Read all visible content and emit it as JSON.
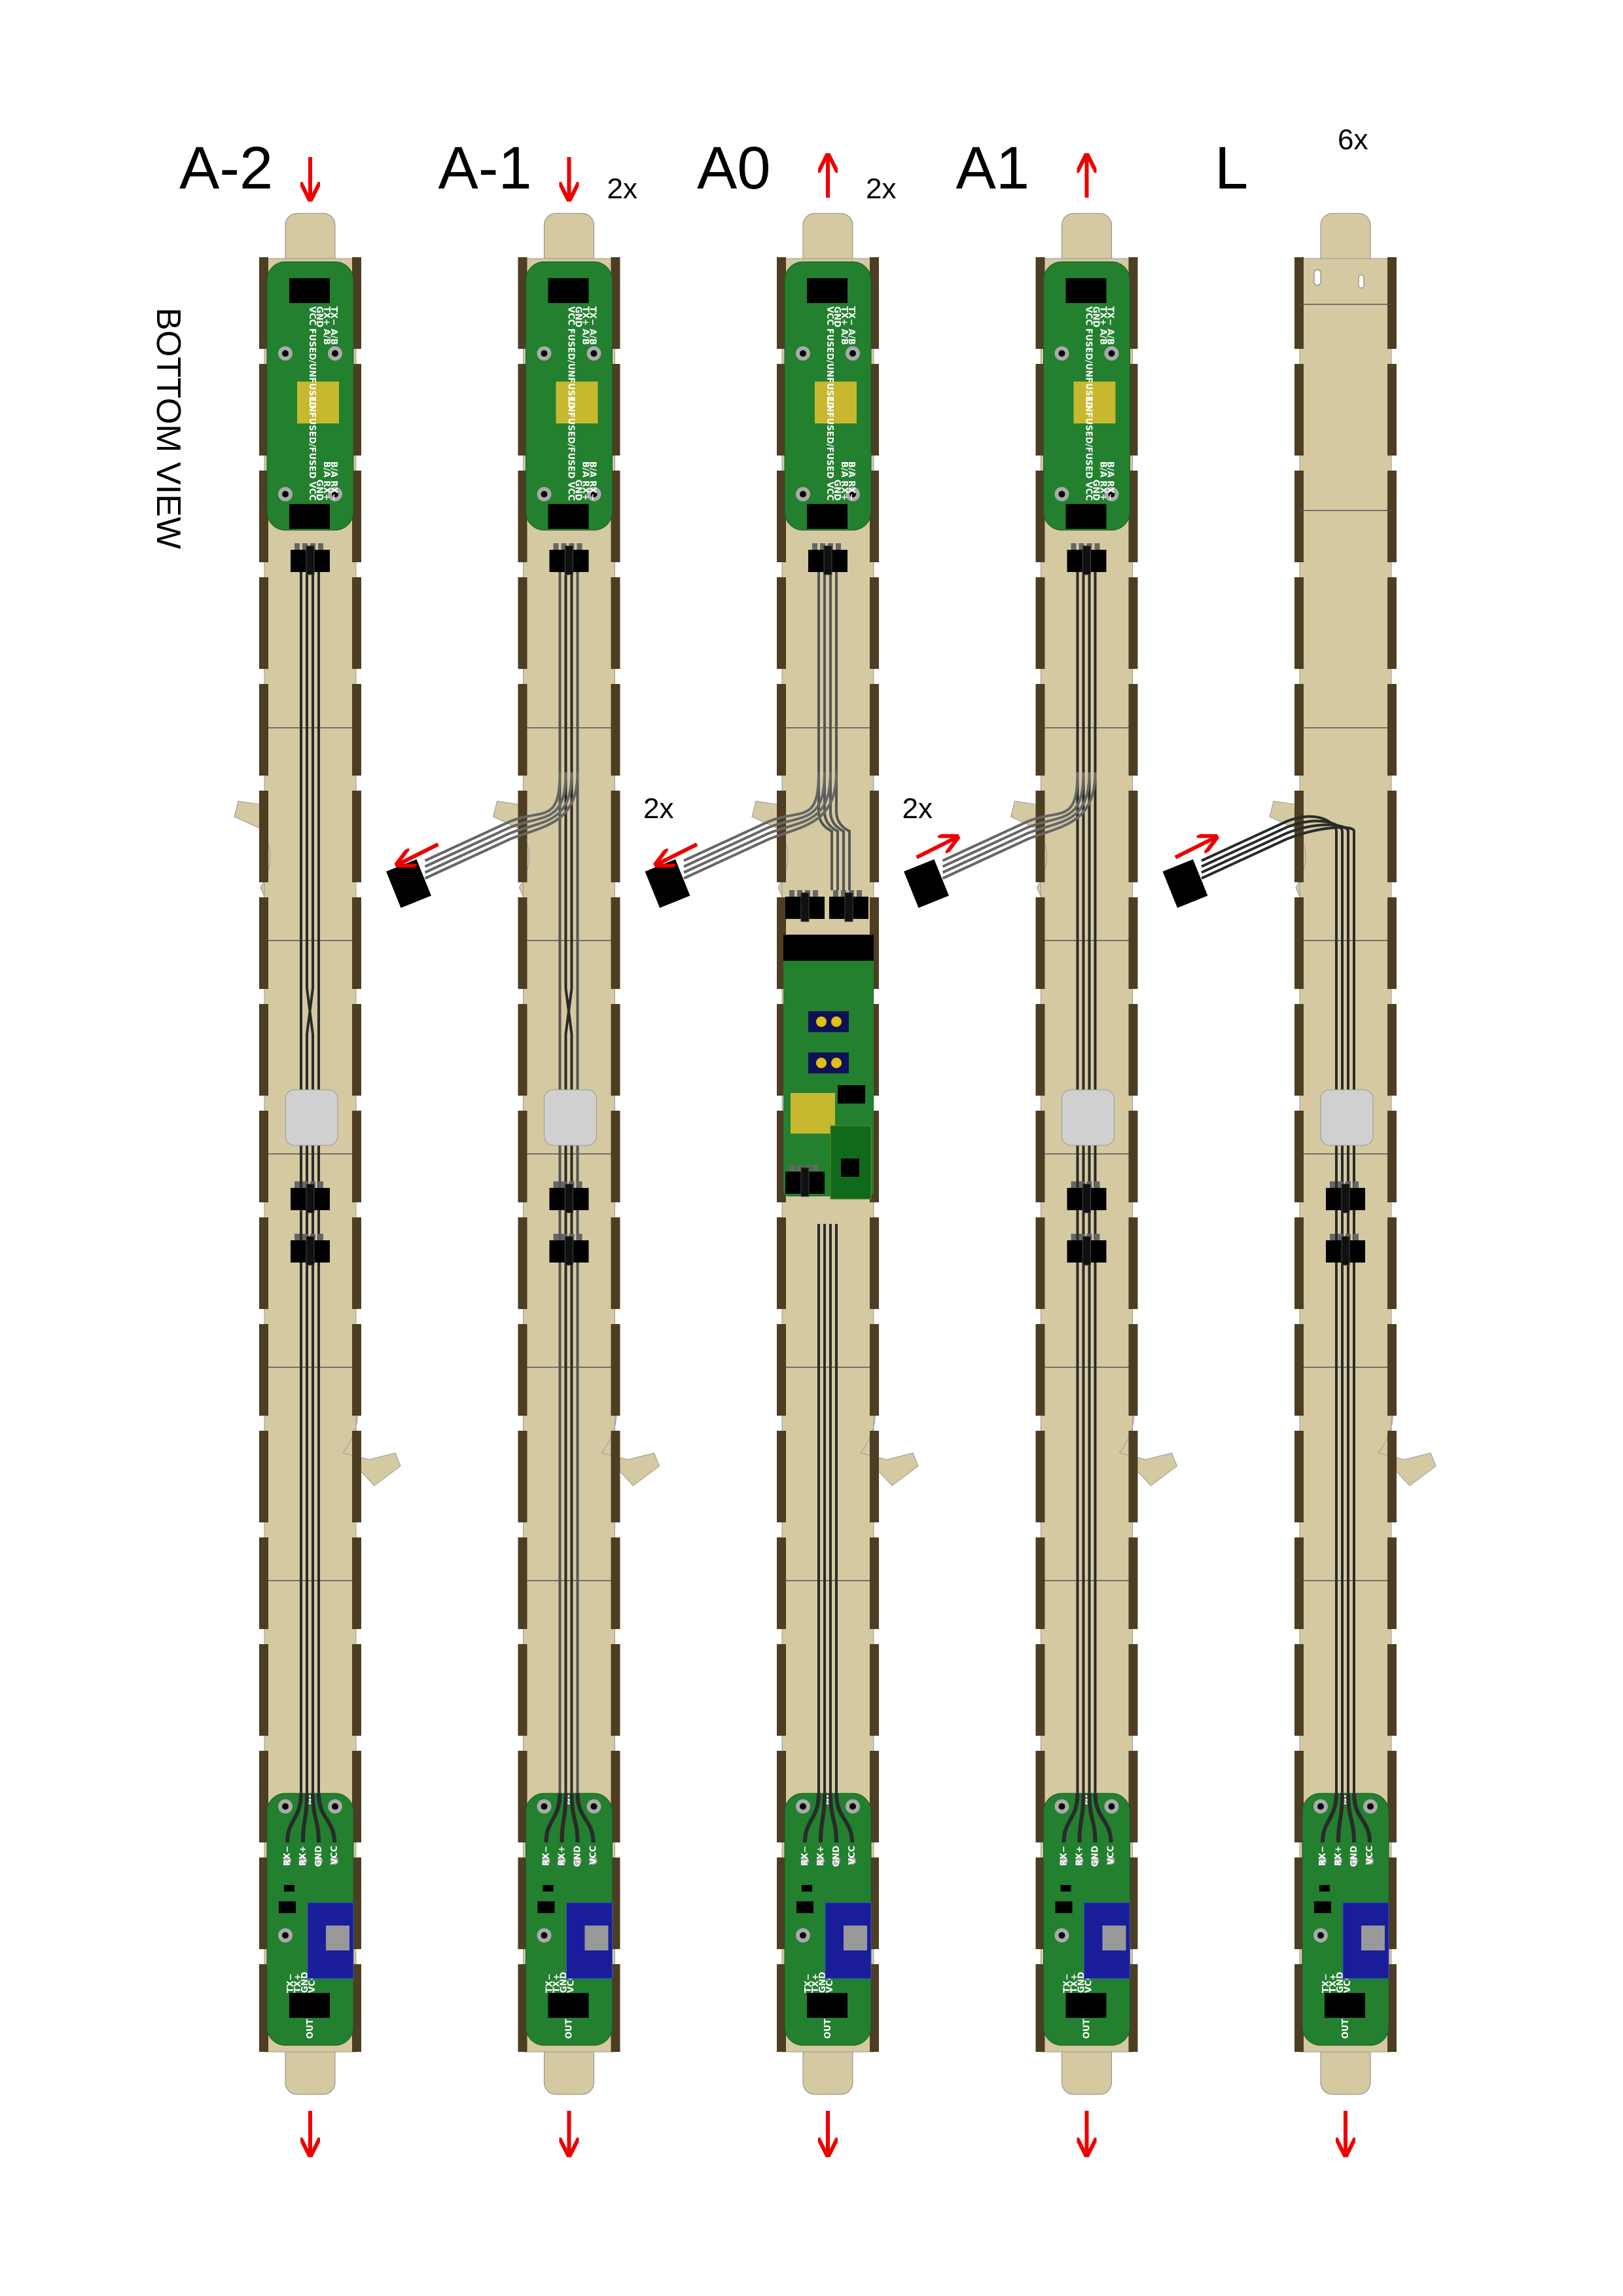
{
  "view_label": "BOTTOM VIEW",
  "colors": {
    "wood": "#d4c9a0",
    "wood_edge": "#4d3d22",
    "pcb": "#22802f",
    "pcb_dark": "#116a1c",
    "chip": "#000000",
    "fuse": "#c8b830",
    "module": "#1a1d99",
    "arrow": "#ee0000",
    "wire": "#2a2a2a",
    "pad_gray": "#aaaaaa",
    "diffuser": "#d0d0d0"
  },
  "columns": [
    {
      "label": "A-2",
      "multiplier": "",
      "header_arrow": "down",
      "side_cable": "none",
      "side_count": "",
      "crossover": true
    },
    {
      "label": "A-1",
      "multiplier": "2x",
      "header_arrow": "down",
      "side_cable": "out",
      "side_count": "",
      "crossover": true
    },
    {
      "label": "A0",
      "multiplier": "2x",
      "header_arrow": "up",
      "side_cable": "out",
      "side_count": "2x",
      "crossover": false
    },
    {
      "label": "A1",
      "multiplier": "",
      "header_arrow": "up",
      "side_cable": "in",
      "side_count": "2x",
      "crossover": false
    },
    {
      "label": "L",
      "multiplier": "6x",
      "header_arrow": "none",
      "side_cable": "in",
      "side_count": "",
      "crossover": false
    }
  ],
  "top_pcb_silk": {
    "top_pins": [
      "TX− A/B",
      "TX+ A/B",
      "GND",
      "VCC FUSED/UNFUSED"
    ],
    "bottom_pins": [
      "B/A RX−",
      "B/A RX+",
      "GND",
      "UNFUSED/FUSED VCC"
    ]
  },
  "bottom_pcb_silk": {
    "in_label": "IN",
    "in_pins": [
      "RX−",
      "RX+",
      "GND",
      "VCC"
    ],
    "out_pins": [
      "TX−",
      "TX+",
      "GND",
      "VCC"
    ],
    "out_label": "OUT"
  }
}
